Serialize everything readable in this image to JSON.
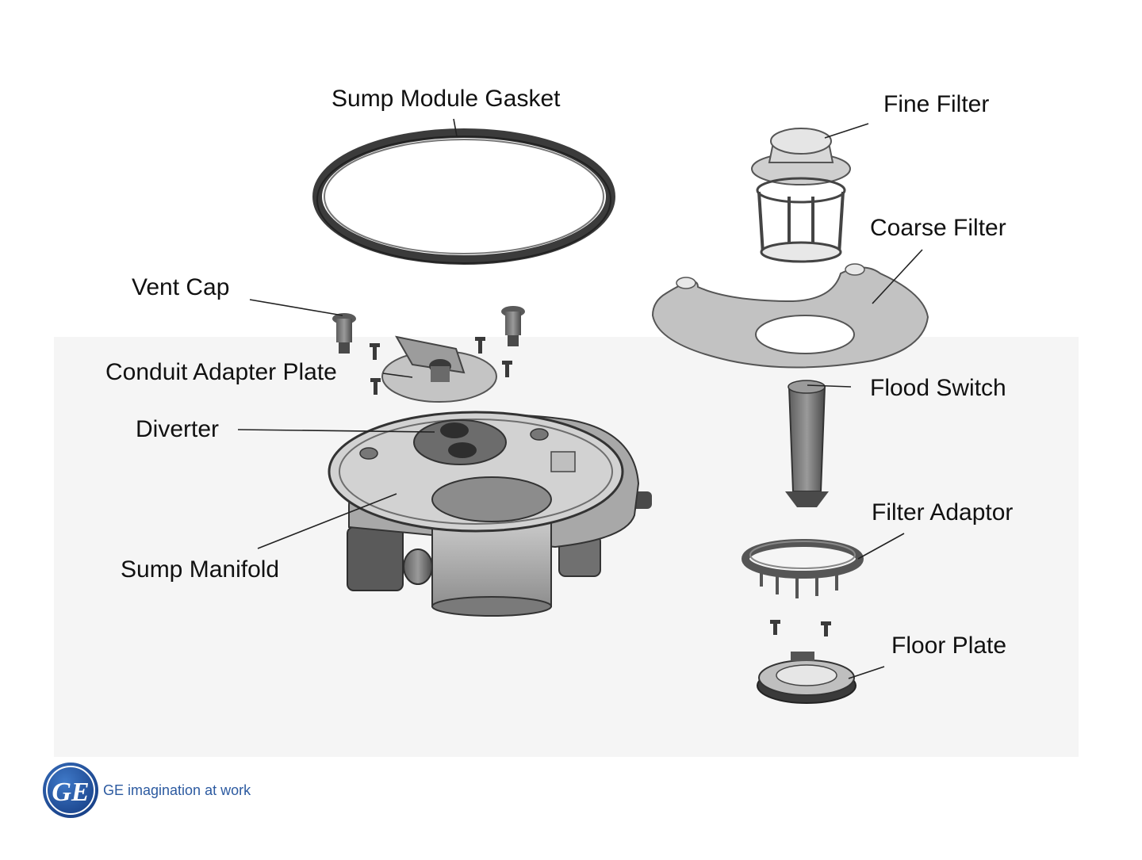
{
  "diagram": {
    "labels": {
      "sump_module_gasket": "Sump Module Gasket",
      "fine_filter": "Fine Filter",
      "coarse_filter": "Coarse Filter",
      "vent_cap": "Vent Cap",
      "conduit_adapter_plate": "Conduit Adapter Plate",
      "diverter": "Diverter",
      "flood_switch": "Flood Switch",
      "filter_adaptor": "Filter Adaptor",
      "sump_manifold": "Sump Manifold",
      "floor_plate": "Floor Plate"
    }
  },
  "branding": {
    "logo_text": "GE",
    "tagline": "GE imagination at work",
    "brand_color": "#2c5aa0"
  },
  "colors": {
    "background": "#ffffff",
    "panel": "#f5f5f5",
    "part_fill": "#bdbdbd",
    "part_dark": "#3a3a3a",
    "leader": "#222222"
  }
}
